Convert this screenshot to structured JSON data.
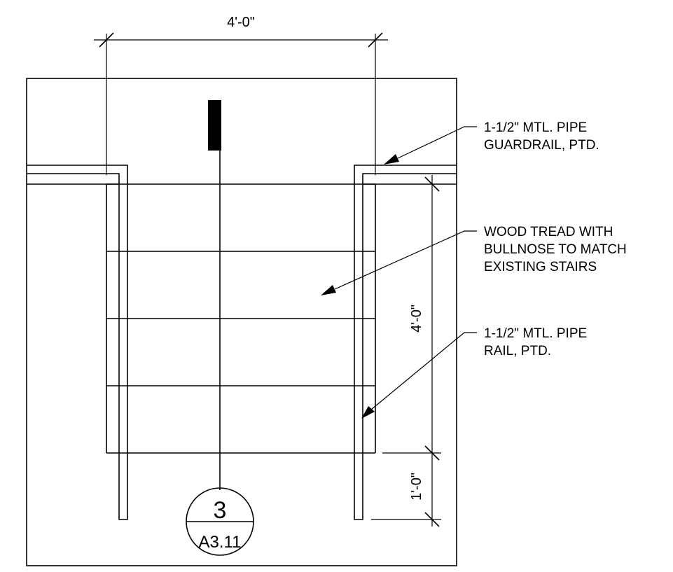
{
  "dimensions": {
    "width_top": "4'-0\"",
    "height_right": "4'-0\"",
    "offset_bottom": "1'-0\""
  },
  "notes": [
    {
      "lines": [
        "1-1/2\" MTL. PIPE",
        "GUARDRAIL, PTD."
      ]
    },
    {
      "lines": [
        "WOOD TREAD WITH",
        "BULLNOSE TO MATCH",
        "EXISTING STAIRS"
      ]
    },
    {
      "lines": [
        "1-1/2\" MTL. PIPE",
        "RAIL, PTD."
      ]
    }
  ],
  "section_tag": {
    "number": "3",
    "sheet": "A3.11"
  },
  "colors": {
    "line": "#000000",
    "background": "#ffffff"
  }
}
